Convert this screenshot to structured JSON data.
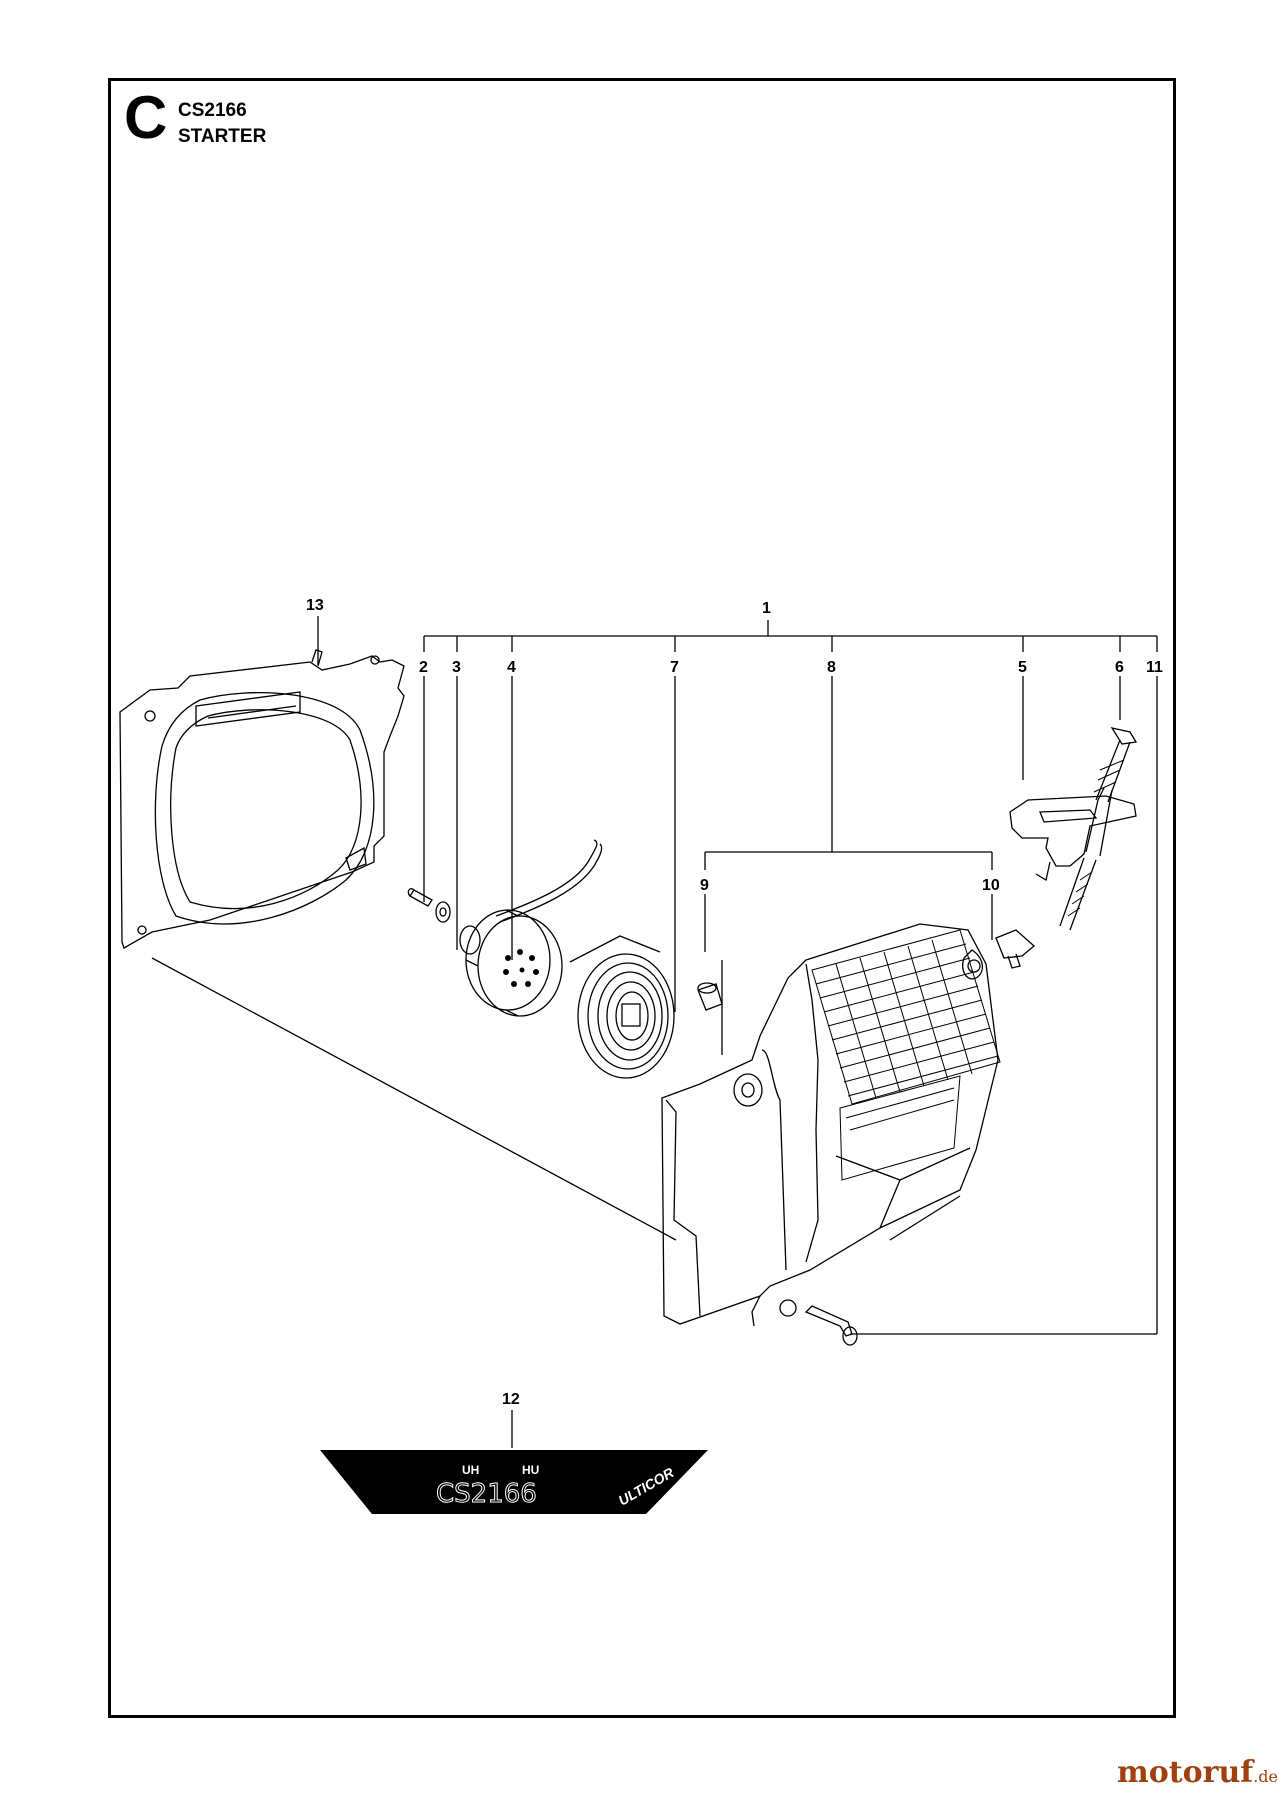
{
  "header": {
    "section_letter": "C",
    "model": "CS2166",
    "title": "STARTER"
  },
  "callouts": {
    "c1": "1",
    "c2": "2",
    "c3": "3",
    "c4": "4",
    "c5": "5",
    "c6": "6",
    "c7": "7",
    "c8": "8",
    "c9": "9",
    "c10": "10",
    "c11": "11",
    "c12": "12",
    "c13": "13"
  },
  "decal": {
    "model_text": "CS2166",
    "brand_text": "ULTICOR",
    "small_left": "UH",
    "small_right": "HU"
  },
  "watermark": {
    "name": "motoruf",
    "tld": ".de"
  }
}
